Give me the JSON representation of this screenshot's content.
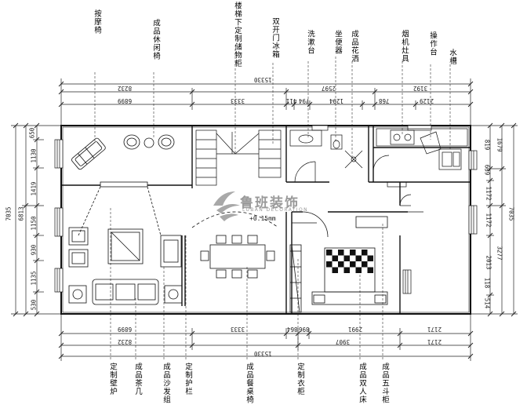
{
  "top_labels": [
    {
      "text": "按摩椅"
    },
    {
      "text": "成品休闲椅"
    },
    {
      "text": "楼梯下定制储物柜"
    },
    {
      "text": "双开门冰箱"
    },
    {
      "text": "洗漱台"
    },
    {
      "text": "坐便器"
    },
    {
      "text": "成品花洒"
    },
    {
      "text": "烟机灶具"
    },
    {
      "text": "操作台"
    },
    {
      "text": "水槽"
    }
  ],
  "bottom_labels": [
    {
      "text": "定制壁炉"
    },
    {
      "text": "成品茶几"
    },
    {
      "text": "成品沙发组"
    },
    {
      "text": "定制护栏"
    },
    {
      "text": "成品餐桌椅"
    },
    {
      "text": "定制衣柜"
    },
    {
      "text": "成品双人床"
    },
    {
      "text": "成品五斗柜"
    }
  ],
  "dimensions": {
    "top_overall": "15330",
    "top_left": "6899",
    "top_middle": "3333",
    "top_left_span": "8232",
    "top_s1": "411",
    "top_s2": "794",
    "top_s3": "1294",
    "top_s4": "768",
    "top_s5": "2129",
    "top_span_a": "2597",
    "top_span_b": "3192",
    "bottom_overall": "15330",
    "bottom_left": "6899",
    "bottom_middle": "3333",
    "bottom_s1": "864",
    "bottom_s2": "896",
    "bottom_s3": "2991",
    "bottom_right": "2171",
    "bottom_left_span": "8232",
    "bottom_span_a": "3907",
    "bottom_span_b": "2171",
    "left_overall": "7035",
    "left_s1": "650",
    "left_s2": "1130",
    "left_s3": "1419",
    "left_s4": "1150",
    "left_s5": "930",
    "left_s6": "1135",
    "left_s7": "530",
    "left_mid": "6813",
    "right_overall": "7035",
    "right_s1": "1679",
    "right_s2": "819",
    "right_s3": "639",
    "right_s4": "1172",
    "right_s5": "1172",
    "right_s6": "3277",
    "right_s7": "2013",
    "right_s8": "118",
    "right_s9": "514"
  },
  "floor_text": "+0.15mm",
  "watermark": {
    "name": "鲁班装饰",
    "sub": "LUBAN DECORATION"
  },
  "colors": {
    "line": "#1a1a1a",
    "watermark": "#9a9a9a"
  }
}
